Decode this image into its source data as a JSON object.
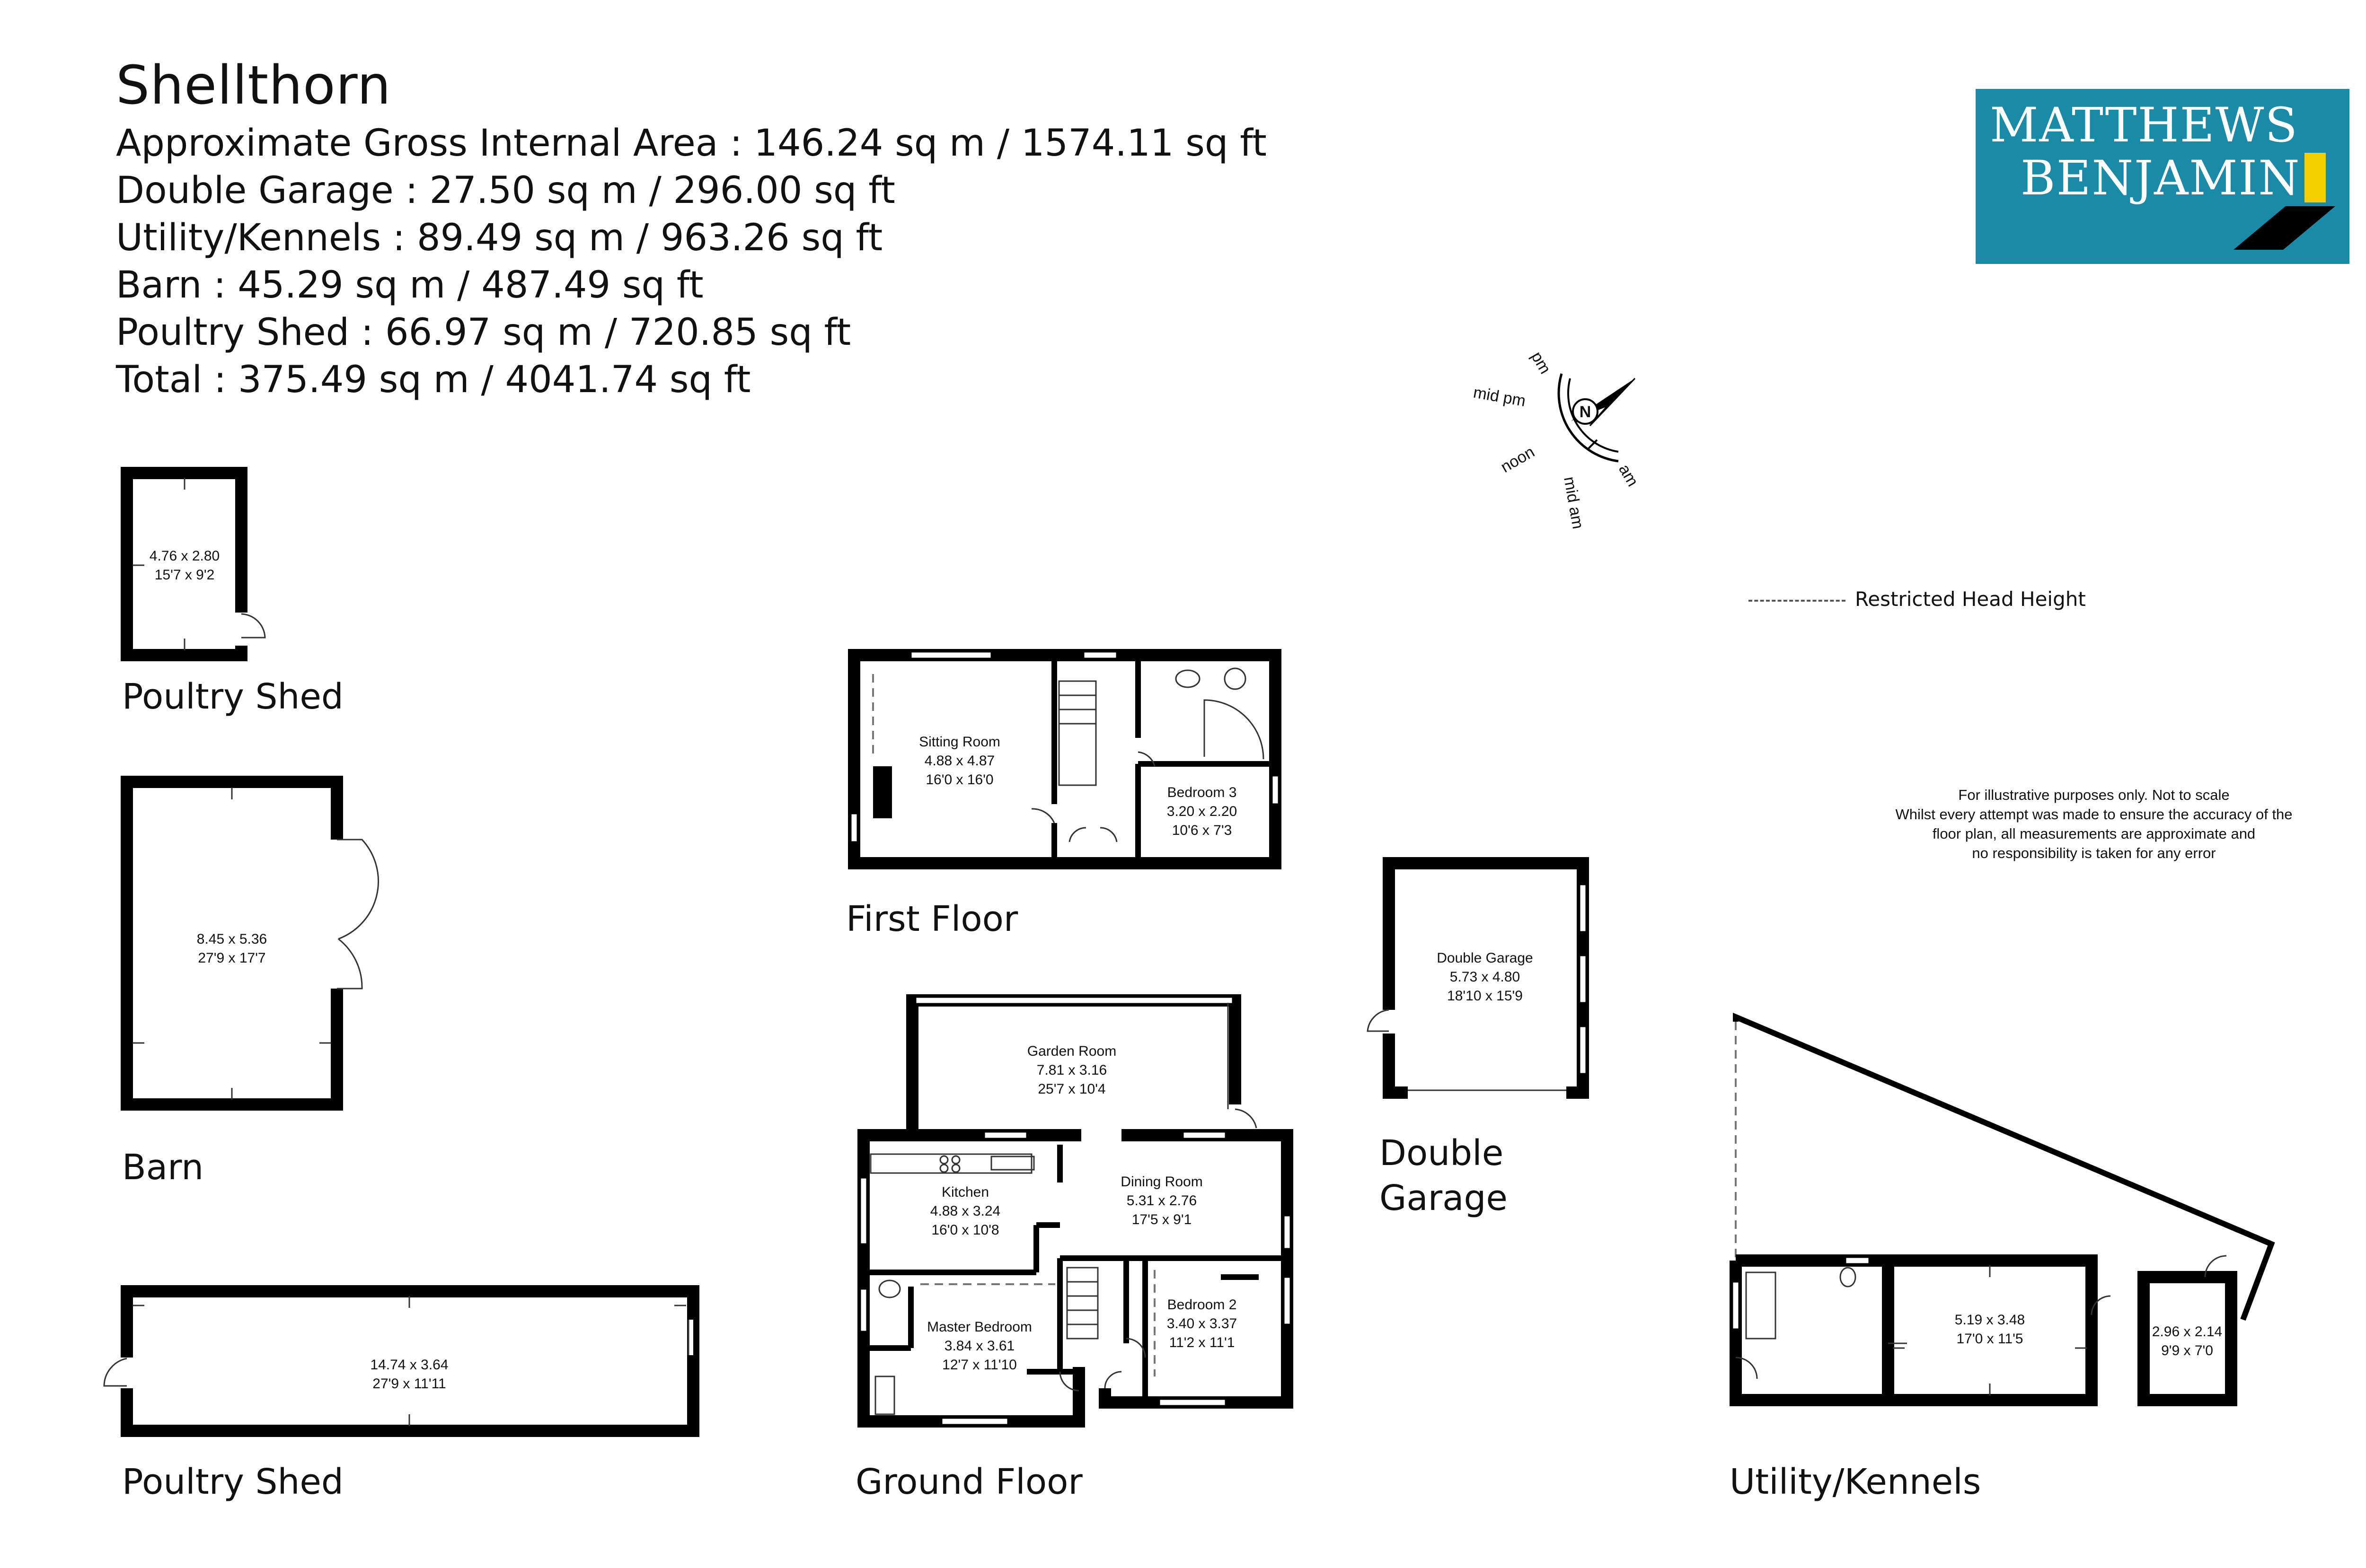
{
  "header": {
    "title": "Shellthorn",
    "areas": [
      "Approximate Gross Internal Area : 146.24 sq m / 1574.11 sq ft",
      "Double Garage : 27.50 sq m / 296.00 sq ft",
      "Utility/Kennels : 89.49 sq m / 963.26 sq ft",
      "Barn : 45.29 sq m / 487.49 sq ft",
      "Poultry Shed : 66.97 sq m / 720.85 sq ft",
      "Total : 375.49 sq m / 4041.74 sq ft"
    ]
  },
  "logo": {
    "line1": "MATTHEWS",
    "line2": "BENJAMIN",
    "bg": "#1b8aa7",
    "accent": "#f4d000"
  },
  "compass": {
    "labels": [
      "pm",
      "mid pm",
      "noon",
      "mid am",
      "am"
    ],
    "north": "N"
  },
  "legend": {
    "restricted": "Restricted Head Height"
  },
  "disclaimer": [
    "For illustrative purposes only. Not to scale",
    "Whilst every attempt was made to ensure the accuracy of the",
    "floor plan, all measurements are approximate and",
    "no responsibility is taken for any error"
  ],
  "sections": {
    "poultry_shed_small": "Poultry Shed",
    "barn": "Barn",
    "poultry_shed_large": "Poultry Shed",
    "first_floor": "First Floor",
    "ground_floor": "Ground Floor",
    "double_garage": [
      "Double",
      "Garage"
    ],
    "utility_kennels": "Utility/Kennels"
  },
  "rooms": {
    "poultry_small": {
      "metric": "4.76 x 2.80",
      "imperial": "15'7 x 9'2"
    },
    "barn": {
      "metric": "8.45 x 5.36",
      "imperial": "27'9 x 17'7"
    },
    "poultry_large": {
      "metric": "14.74 x 3.64",
      "imperial": "27'9 x 11'11"
    },
    "sitting_room": {
      "name": "Sitting Room",
      "metric": "4.88 x 4.87",
      "imperial": "16'0 x 16'0"
    },
    "bedroom3": {
      "name": "Bedroom 3",
      "metric": "3.20 x 2.20",
      "imperial": "10'6 x 7'3"
    },
    "garden_room": {
      "name": "Garden Room",
      "metric": "7.81 x 3.16",
      "imperial": "25'7 x 10'4"
    },
    "kitchen": {
      "name": "Kitchen",
      "metric": "4.88 x 3.24",
      "imperial": "16'0 x 10'8"
    },
    "dining_room": {
      "name": "Dining Room",
      "metric": "5.31 x 2.76",
      "imperial": "17'5 x 9'1"
    },
    "master_bedroom": {
      "name": "Master Bedroom",
      "metric": "3.84 x 3.61",
      "imperial": "12'7 x 11'10"
    },
    "bedroom2": {
      "name": "Bedroom 2",
      "metric": "3.40 x 3.37",
      "imperial": "11'2 x 11'1"
    },
    "double_garage": {
      "name": "Double Garage",
      "metric": "5.73 x 4.80",
      "imperial": "18'10 x 15'9"
    },
    "utility_main": {
      "metric": "5.19 x 3.48",
      "imperial": "17'0 x 11'5"
    },
    "utility_small": {
      "metric": "2.96 x 2.14",
      "imperial": "9'9 x 7'0"
    }
  }
}
